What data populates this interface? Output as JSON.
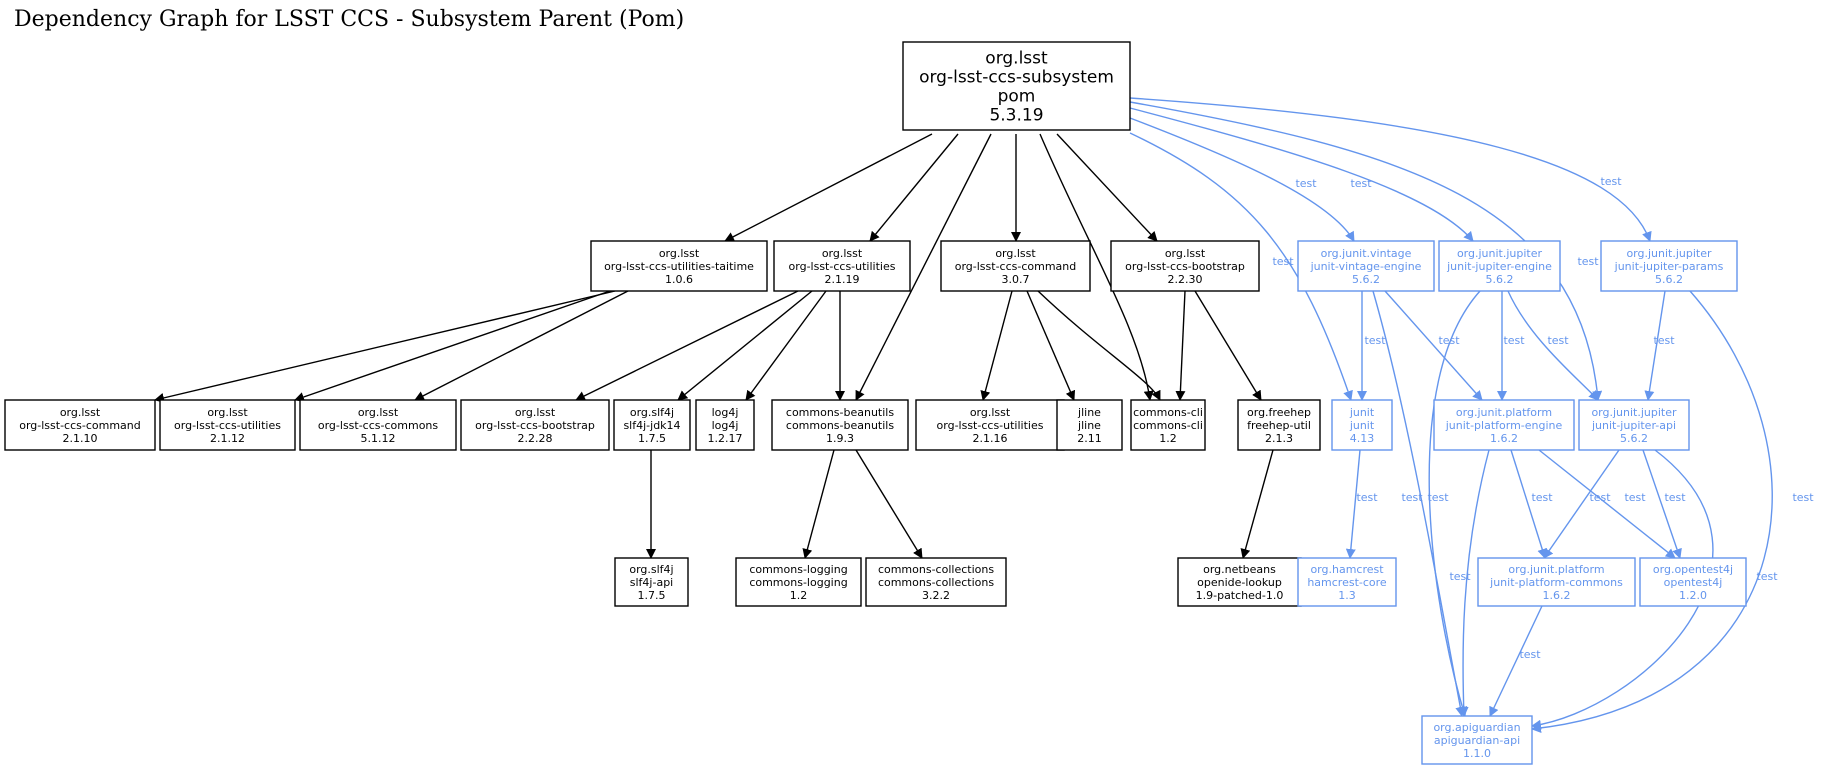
{
  "title": "Dependency Graph for LSST CCS - Subsystem Parent (Pom)",
  "colors": {
    "compile": "#000000",
    "test": "#6495ed",
    "root_fill": "#dcdcdc"
  },
  "nodes": [
    {
      "id": "root",
      "lines": [
        "org.lsst",
        "org-lsst-ccs-subsystem",
        "pom",
        "5.3.19"
      ],
      "scope": "root"
    },
    {
      "id": "taitime",
      "lines": [
        "org.lsst",
        "org-lsst-ccs-utilities-taitime",
        "1.0.6"
      ],
      "scope": "compile"
    },
    {
      "id": "utilities219",
      "lines": [
        "org.lsst",
        "org-lsst-ccs-utilities",
        "2.1.19"
      ],
      "scope": "compile"
    },
    {
      "id": "command307",
      "lines": [
        "org.lsst",
        "org-lsst-ccs-command",
        "3.0.7"
      ],
      "scope": "compile"
    },
    {
      "id": "bootstrap2230",
      "lines": [
        "org.lsst",
        "org-lsst-ccs-bootstrap",
        "2.2.30"
      ],
      "scope": "compile"
    },
    {
      "id": "command2110",
      "lines": [
        "org.lsst",
        "org-lsst-ccs-command",
        "2.1.10"
      ],
      "scope": "compile"
    },
    {
      "id": "utilities2112",
      "lines": [
        "org.lsst",
        "org-lsst-ccs-utilities",
        "2.1.12"
      ],
      "scope": "compile"
    },
    {
      "id": "commons5112",
      "lines": [
        "org.lsst",
        "org-lsst-ccs-commons",
        "5.1.12"
      ],
      "scope": "compile"
    },
    {
      "id": "bootstrap2228",
      "lines": [
        "org.lsst",
        "org-lsst-ccs-bootstrap",
        "2.2.28"
      ],
      "scope": "compile"
    },
    {
      "id": "slf4jjdk14",
      "lines": [
        "org.slf4j",
        "slf4j-jdk14",
        "1.7.5"
      ],
      "scope": "compile"
    },
    {
      "id": "log4j",
      "lines": [
        "log4j",
        "log4j",
        "1.2.17"
      ],
      "scope": "compile"
    },
    {
      "id": "beanutils",
      "lines": [
        "commons-beanutils",
        "commons-beanutils",
        "1.9.3"
      ],
      "scope": "compile"
    },
    {
      "id": "utilities2116",
      "lines": [
        "org.lsst",
        "org-lsst-ccs-utilities",
        "2.1.16"
      ],
      "scope": "compile"
    },
    {
      "id": "jline",
      "lines": [
        "jline",
        "jline",
        "2.11"
      ],
      "scope": "compile"
    },
    {
      "id": "commonscli",
      "lines": [
        "commons-cli",
        "commons-cli",
        "1.2"
      ],
      "scope": "compile"
    },
    {
      "id": "freehep",
      "lines": [
        "org.freehep",
        "freehep-util",
        "2.1.3"
      ],
      "scope": "compile"
    },
    {
      "id": "slf4japi",
      "lines": [
        "org.slf4j",
        "slf4j-api",
        "1.7.5"
      ],
      "scope": "compile"
    },
    {
      "id": "logging",
      "lines": [
        "commons-logging",
        "commons-logging",
        "1.2"
      ],
      "scope": "compile"
    },
    {
      "id": "collections",
      "lines": [
        "commons-collections",
        "commons-collections",
        "3.2.2"
      ],
      "scope": "compile"
    },
    {
      "id": "openide",
      "lines": [
        "org.netbeans",
        "openide-lookup",
        "1.9-patched-1.0"
      ],
      "scope": "compile"
    },
    {
      "id": "vintage",
      "lines": [
        "org.junit.vintage",
        "junit-vintage-engine",
        "5.6.2"
      ],
      "scope": "test"
    },
    {
      "id": "jupengine",
      "lines": [
        "org.junit.jupiter",
        "junit-jupiter-engine",
        "5.6.2"
      ],
      "scope": "test"
    },
    {
      "id": "jupparams",
      "lines": [
        "org.junit.jupiter",
        "junit-jupiter-params",
        "5.6.2"
      ],
      "scope": "test"
    },
    {
      "id": "junit",
      "lines": [
        "junit",
        "junit",
        "4.13"
      ],
      "scope": "test"
    },
    {
      "id": "platengine",
      "lines": [
        "org.junit.platform",
        "junit-platform-engine",
        "1.6.2"
      ],
      "scope": "test"
    },
    {
      "id": "jupapi",
      "lines": [
        "org.junit.jupiter",
        "junit-jupiter-api",
        "5.6.2"
      ],
      "scope": "test"
    },
    {
      "id": "hamcrest",
      "lines": [
        "org.hamcrest",
        "hamcrest-core",
        "1.3"
      ],
      "scope": "test"
    },
    {
      "id": "platcommons",
      "lines": [
        "org.junit.platform",
        "junit-platform-commons",
        "1.6.2"
      ],
      "scope": "test"
    },
    {
      "id": "opentest4j",
      "lines": [
        "org.opentest4j",
        "opentest4j",
        "1.2.0"
      ],
      "scope": "test"
    },
    {
      "id": "apiguardian",
      "lines": [
        "org.apiguardian",
        "apiguardian-api",
        "1.1.0"
      ],
      "scope": "test"
    }
  ],
  "edges": [
    {
      "from": "root",
      "to": "taitime",
      "label": ""
    },
    {
      "from": "root",
      "to": "utilities219",
      "label": ""
    },
    {
      "from": "root",
      "to": "beanutils",
      "label": ""
    },
    {
      "from": "root",
      "to": "command307",
      "label": ""
    },
    {
      "from": "root",
      "to": "commonscli",
      "label": ""
    },
    {
      "from": "root",
      "to": "bootstrap2230",
      "label": ""
    },
    {
      "from": "root",
      "to": "junit",
      "label": "test"
    },
    {
      "from": "root",
      "to": "vintage",
      "label": "test"
    },
    {
      "from": "root",
      "to": "jupengine",
      "label": "test"
    },
    {
      "from": "root",
      "to": "jupapi",
      "label": "test"
    },
    {
      "from": "root",
      "to": "jupparams",
      "label": "test"
    },
    {
      "from": "taitime",
      "to": "command2110",
      "label": ""
    },
    {
      "from": "taitime",
      "to": "utilities2112",
      "label": ""
    },
    {
      "from": "taitime",
      "to": "commons5112",
      "label": ""
    },
    {
      "from": "utilities219",
      "to": "bootstrap2228",
      "label": ""
    },
    {
      "from": "utilities219",
      "to": "slf4jjdk14",
      "label": ""
    },
    {
      "from": "utilities219",
      "to": "log4j",
      "label": ""
    },
    {
      "from": "utilities219",
      "to": "beanutils",
      "label": ""
    },
    {
      "from": "command307",
      "to": "utilities2116",
      "label": ""
    },
    {
      "from": "command307",
      "to": "jline",
      "label": ""
    },
    {
      "from": "command307",
      "to": "commonscli",
      "label": ""
    },
    {
      "from": "bootstrap2230",
      "to": "commonscli",
      "label": ""
    },
    {
      "from": "bootstrap2230",
      "to": "freehep",
      "label": ""
    },
    {
      "from": "slf4jjdk14",
      "to": "slf4japi",
      "label": ""
    },
    {
      "from": "beanutils",
      "to": "logging",
      "label": ""
    },
    {
      "from": "beanutils",
      "to": "collections",
      "label": ""
    },
    {
      "from": "freehep",
      "to": "openide",
      "label": ""
    },
    {
      "from": "vintage",
      "to": "junit",
      "label": "test"
    },
    {
      "from": "vintage",
      "to": "platengine",
      "label": "test"
    },
    {
      "from": "vintage",
      "to": "apiguardian",
      "label": "test"
    },
    {
      "from": "jupengine",
      "to": "platengine",
      "label": "test"
    },
    {
      "from": "jupengine",
      "to": "jupapi",
      "label": "test"
    },
    {
      "from": "jupengine",
      "to": "apiguardian",
      "label": "test"
    },
    {
      "from": "jupparams",
      "to": "jupapi",
      "label": "test"
    },
    {
      "from": "jupparams",
      "to": "apiguardian",
      "label": "test"
    },
    {
      "from": "junit",
      "to": "hamcrest",
      "label": "test"
    },
    {
      "from": "platengine",
      "to": "platcommons",
      "label": "test"
    },
    {
      "from": "platengine",
      "to": "opentest4j",
      "label": "test"
    },
    {
      "from": "platengine",
      "to": "apiguardian",
      "label": "test"
    },
    {
      "from": "jupapi",
      "to": "platcommons",
      "label": "test"
    },
    {
      "from": "jupapi",
      "to": "opentest4j",
      "label": "test"
    },
    {
      "from": "jupapi",
      "to": "apiguardian",
      "label": "test"
    },
    {
      "from": "platcommons",
      "to": "apiguardian",
      "label": "test"
    }
  ]
}
